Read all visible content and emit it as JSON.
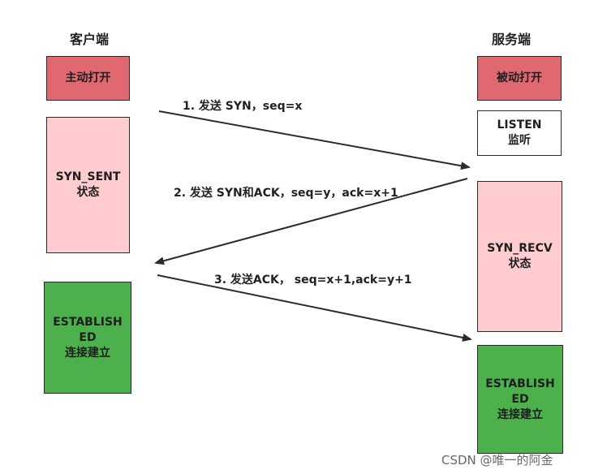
{
  "client": {
    "title": "客户端",
    "boxes": {
      "active_open": "主动打开",
      "syn_sent_line1": "SYN_SENT",
      "syn_sent_line2": "状态",
      "established_line1": "ESTABLISH",
      "established_line2": "ED",
      "established_line3": "连接建立"
    }
  },
  "server": {
    "title": "服务端",
    "boxes": {
      "passive_open": "被动打开",
      "listen_line1": "LISTEN",
      "listen_line2": "监听",
      "syn_recv_line1": "SYN_RECV",
      "syn_recv_line2": "状态",
      "established_line1": "ESTABLISH",
      "established_line2": "ED",
      "established_line3": "连接建立"
    }
  },
  "messages": [
    {
      "label": "1. 发送 SYN，seq=x",
      "direction": "client-to-server"
    },
    {
      "label": "2. 发送 SYN和ACK，seq=y，ack=x+1",
      "direction": "server-to-client"
    },
    {
      "label": "3. 发送ACK， seq=x+1,ack=y+1",
      "direction": "client-to-server"
    }
  ],
  "watermark": "CSDN @唯一的阿金",
  "colors": {
    "open_box": "#e06870",
    "state_box": "#ffccd0",
    "listen_box": "#ffffff",
    "established_box": "#4cb04c",
    "arrow": "#2b2b2b"
  }
}
